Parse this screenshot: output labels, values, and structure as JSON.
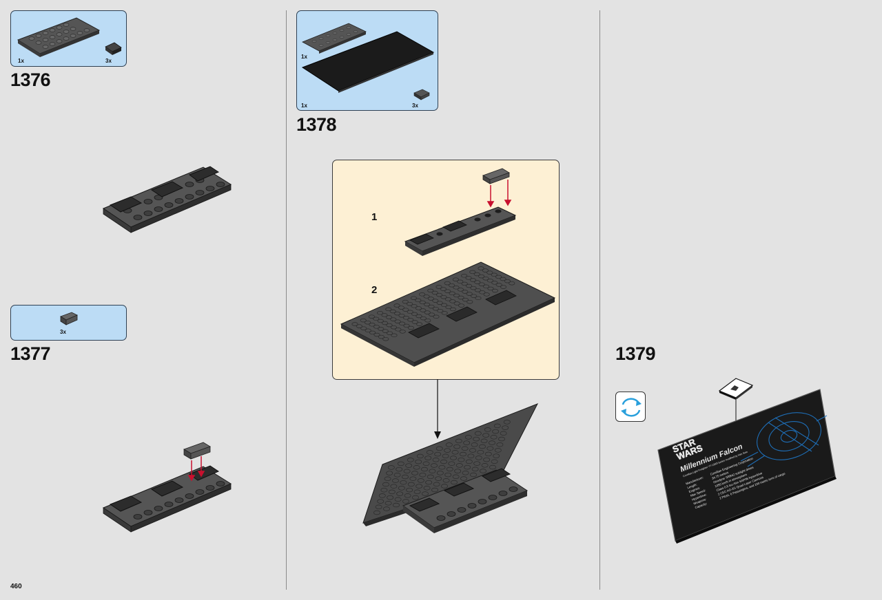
{
  "page": {
    "number": "460"
  },
  "steps": [
    {
      "id": "1376",
      "label": "1376",
      "parts": [
        {
          "qty": "1x"
        },
        {
          "qty": "3x"
        }
      ]
    },
    {
      "id": "1377",
      "label": "1377",
      "parts": [
        {
          "qty": "3x"
        }
      ]
    },
    {
      "id": "1378",
      "label": "1378",
      "parts": [
        {
          "qty": "1x"
        },
        {
          "qty": "1x"
        },
        {
          "qty": "3x"
        }
      ],
      "substeps": [
        "1",
        "2"
      ]
    },
    {
      "id": "1379",
      "label": "1379"
    }
  ],
  "plaque": {
    "logo_line1": "STAR",
    "logo_line2": "WARS",
    "title": "Millennium Falcon",
    "subtitle": "Corellian Light Freighter YT-1300f Series modified by Han Solo",
    "specs": [
      {
        "label": "Manufacturer:",
        "value": "Corellian Engineering Corporation"
      },
      {
        "label": "Length:",
        "value": "34.75 meters"
      },
      {
        "label": "Engines:",
        "value": "Girodyne SRB42 sublight drives"
      },
      {
        "label": "Max Speed:",
        "value": "1050 km/h in atmosphere"
      },
      {
        "label": "Hyperdrive:",
        "value": "Class 0.5 Isu-Sim SSP06 hyperdrive"
      },
      {
        "label": "Weapons:",
        "value": "2 CEC AG-2G Quad Laser Cannons"
      },
      {
        "label": "Capacity:",
        "value": "2 Pilots, 6 Passengers, and 100 metric tons of cargo"
      }
    ]
  },
  "colors": {
    "background": "#e3e3e3",
    "parts_callout": "#bcdcf5",
    "substep_panel": "#fdf0d4",
    "brick_dark": "#4a4a4a",
    "arrow_red": "#c8102e",
    "rotate_blue": "#2aa0dc"
  }
}
